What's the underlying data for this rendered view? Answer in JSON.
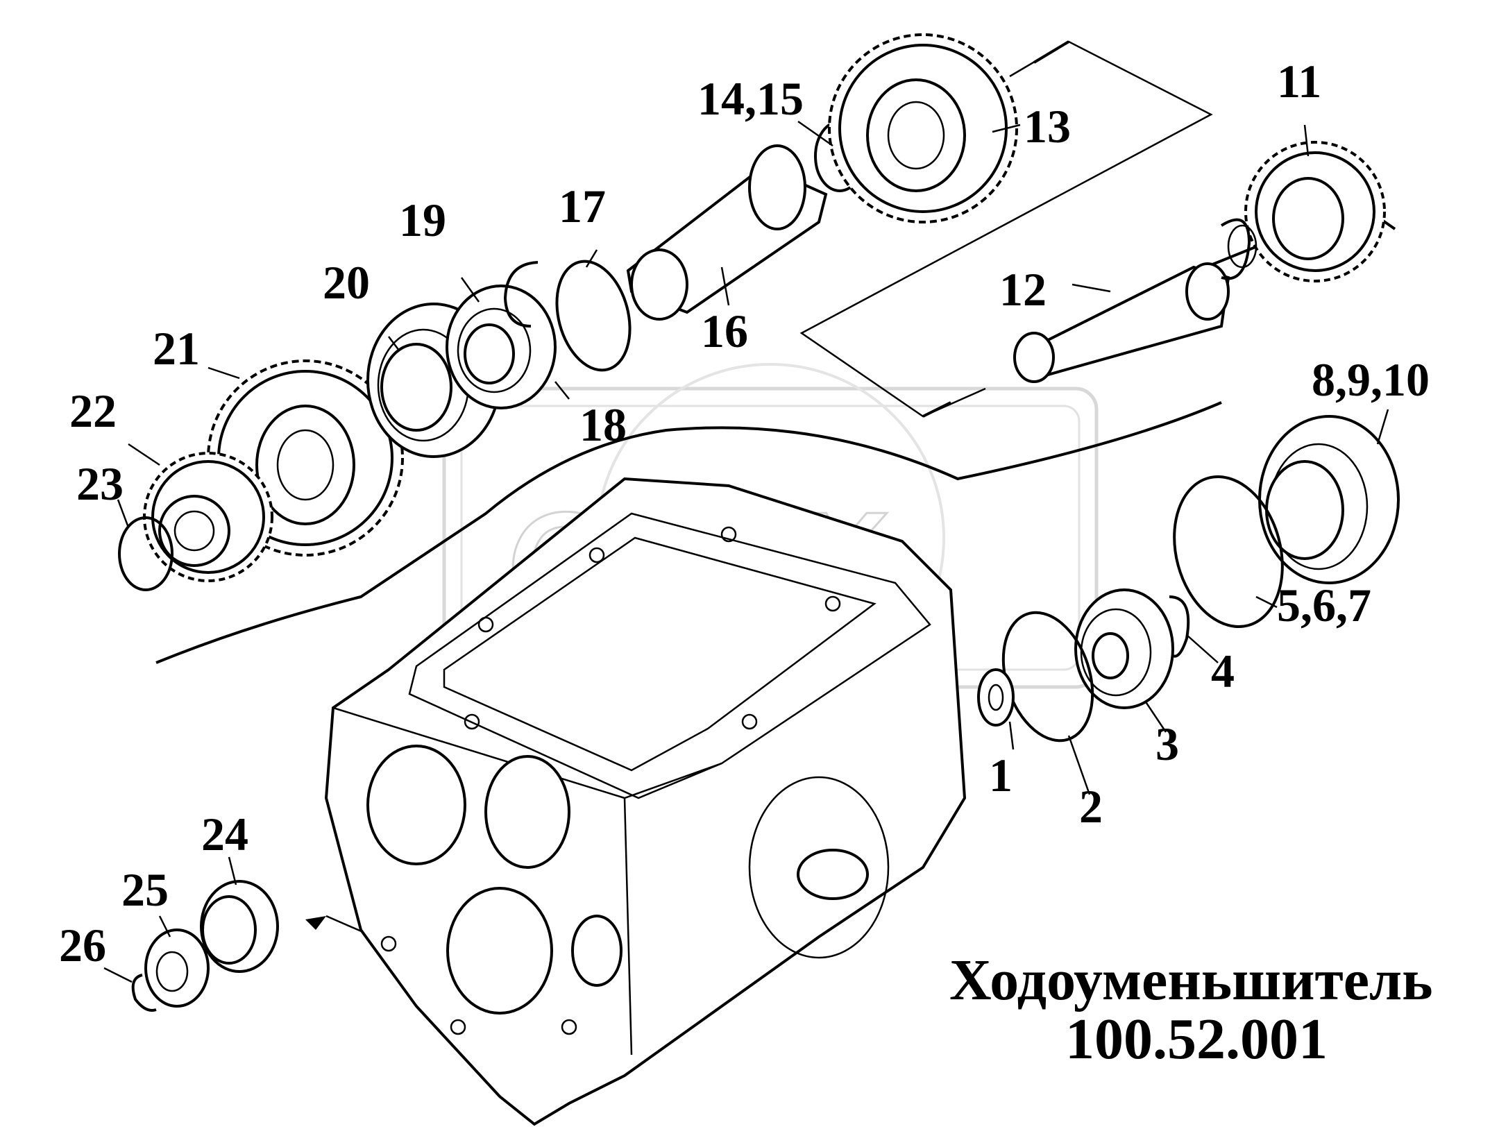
{
  "title": {
    "name": "Ходоуменьшитель",
    "number": "100.52.001"
  },
  "watermark": "OREX",
  "labels": {
    "p1": "1",
    "p2": "2",
    "p3": "3",
    "p4": "4",
    "p5_7": "5,6,7",
    "p8_10": "8,9,10",
    "p11": "11",
    "p12": "12",
    "p13": "13",
    "p14_15": "14,15",
    "p16": "16",
    "p17": "17",
    "p18": "18",
    "p19": "19",
    "p20": "20",
    "p21": "21",
    "p22": "22",
    "p23": "23",
    "p24": "24",
    "p25": "25",
    "p26": "26"
  }
}
